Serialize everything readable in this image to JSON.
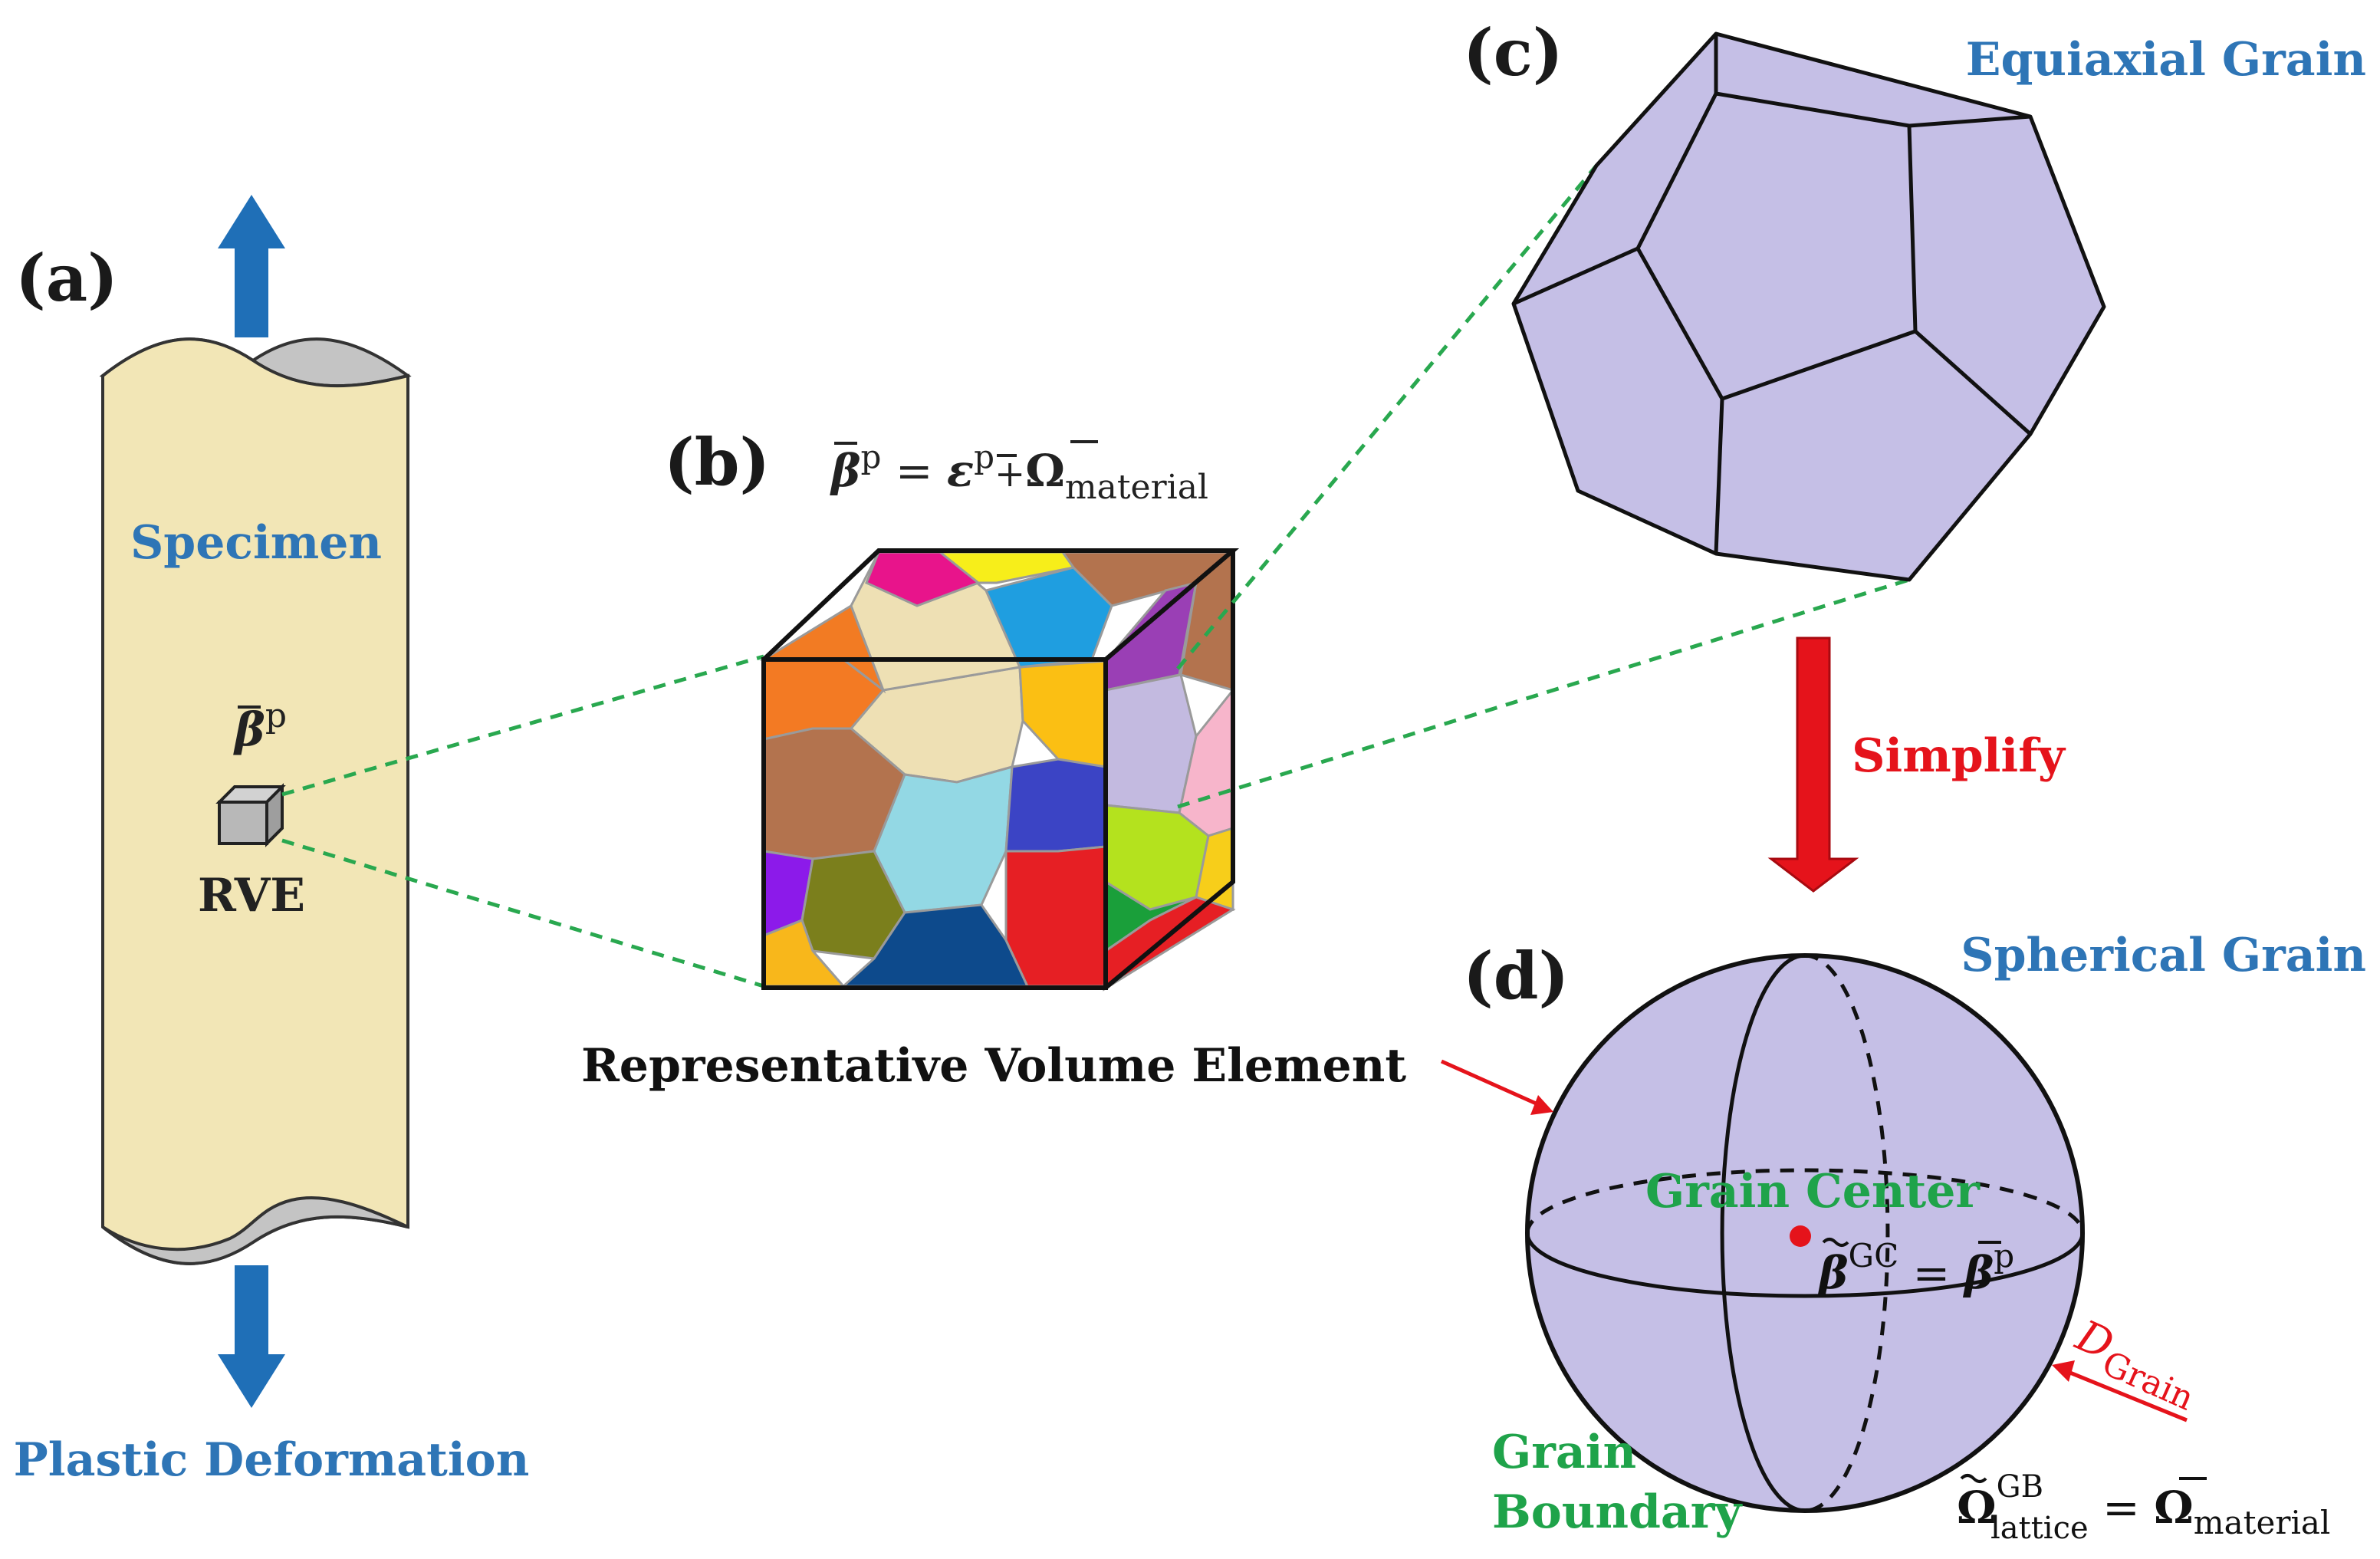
{
  "panels": {
    "a": "(a)",
    "b": "(b)",
    "c": "(c)",
    "d": "(d)"
  },
  "labels": {
    "specimen": "Specimen",
    "rve": "RVE",
    "plastic_deformation": "Plastic Deformation",
    "rve_caption": "Representative Volume Element",
    "equiaxial_grain": "Equiaxial Grain",
    "simplify": "Simplify",
    "spherical_grain": "Spherical Grain",
    "grain_center": "Grain Center",
    "grain_boundary_1": "Grain",
    "grain_boundary_2": "Boundary"
  },
  "equations": {
    "beta_p": {
      "symbol": "β",
      "sup": "p"
    },
    "rve_relation": {
      "lhs": "β",
      "lhs_sup": "p",
      "eq": " = ",
      "t1": "ε",
      "t1_sup": "p",
      "plus": "+",
      "t2": "Ω",
      "t2_sub": "material"
    },
    "grain_center_relation": {
      "lhs": "β",
      "lhs_sup": "GC",
      "eq": " = ",
      "rhs": "β",
      "rhs_sup": "p"
    },
    "grain_boundary_relation": {
      "lhs": "Ω",
      "lhs_sup": "GB",
      "lhs_sub": "lattice",
      "eq": " = ",
      "rhs": "Ω",
      "rhs_sub": "material"
    },
    "diameter": {
      "symbol": "D",
      "sub": "Grain"
    }
  },
  "colors": {
    "specimen_fill": "#f2e6b6",
    "grain_fill": "#c5bfe6",
    "label_blue": "#2e75b6",
    "label_green": "#1fa34a",
    "label_red": "#e5131b",
    "arrow_blue": "#1f6fb7",
    "dash_green": "#29a84f",
    "cap_gray": "#c4c4c4"
  }
}
